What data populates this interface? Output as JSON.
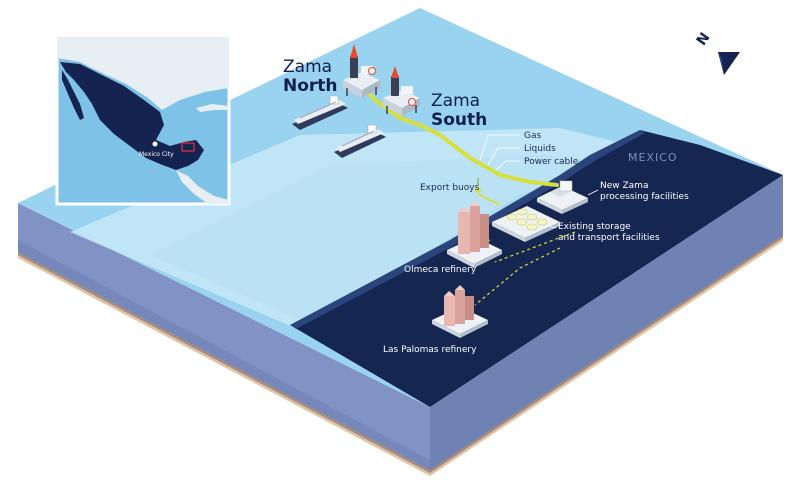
{
  "fields": {
    "north": {
      "line1": "Zama",
      "line2": "North"
    },
    "south": {
      "line1": "Zama",
      "line2": "South"
    }
  },
  "country": "MEXICO",
  "labels": {
    "gas": "Gas",
    "liquids": "Liquids",
    "power_cable": "Power cable",
    "new_facilities_1": "New Zama",
    "new_facilities_2": "processing facilities",
    "export_buoys": "Export buoys",
    "existing_storage_1": "Existing storage",
    "existing_storage_2": "and transport facilities",
    "olmeca": "Olmeca refinery",
    "las_palomas": "Las Palomas refinery"
  },
  "inset_map": {
    "city": "Mexico City",
    "colors": {
      "sea": "#7fc2e8",
      "land": "#142350",
      "neighbor": "#e7eef4",
      "highlight": "#e0323c"
    }
  },
  "compass": {
    "letter": "N",
    "icon": "north-arrow-icon"
  },
  "colors": {
    "deep_water": "#9ad3ef",
    "shallow_water": "#c8e8f8",
    "land_top": "#152650",
    "side": "#7e8fc0",
    "pipeline": "#d6e03c",
    "road": "#d6e03c"
  }
}
